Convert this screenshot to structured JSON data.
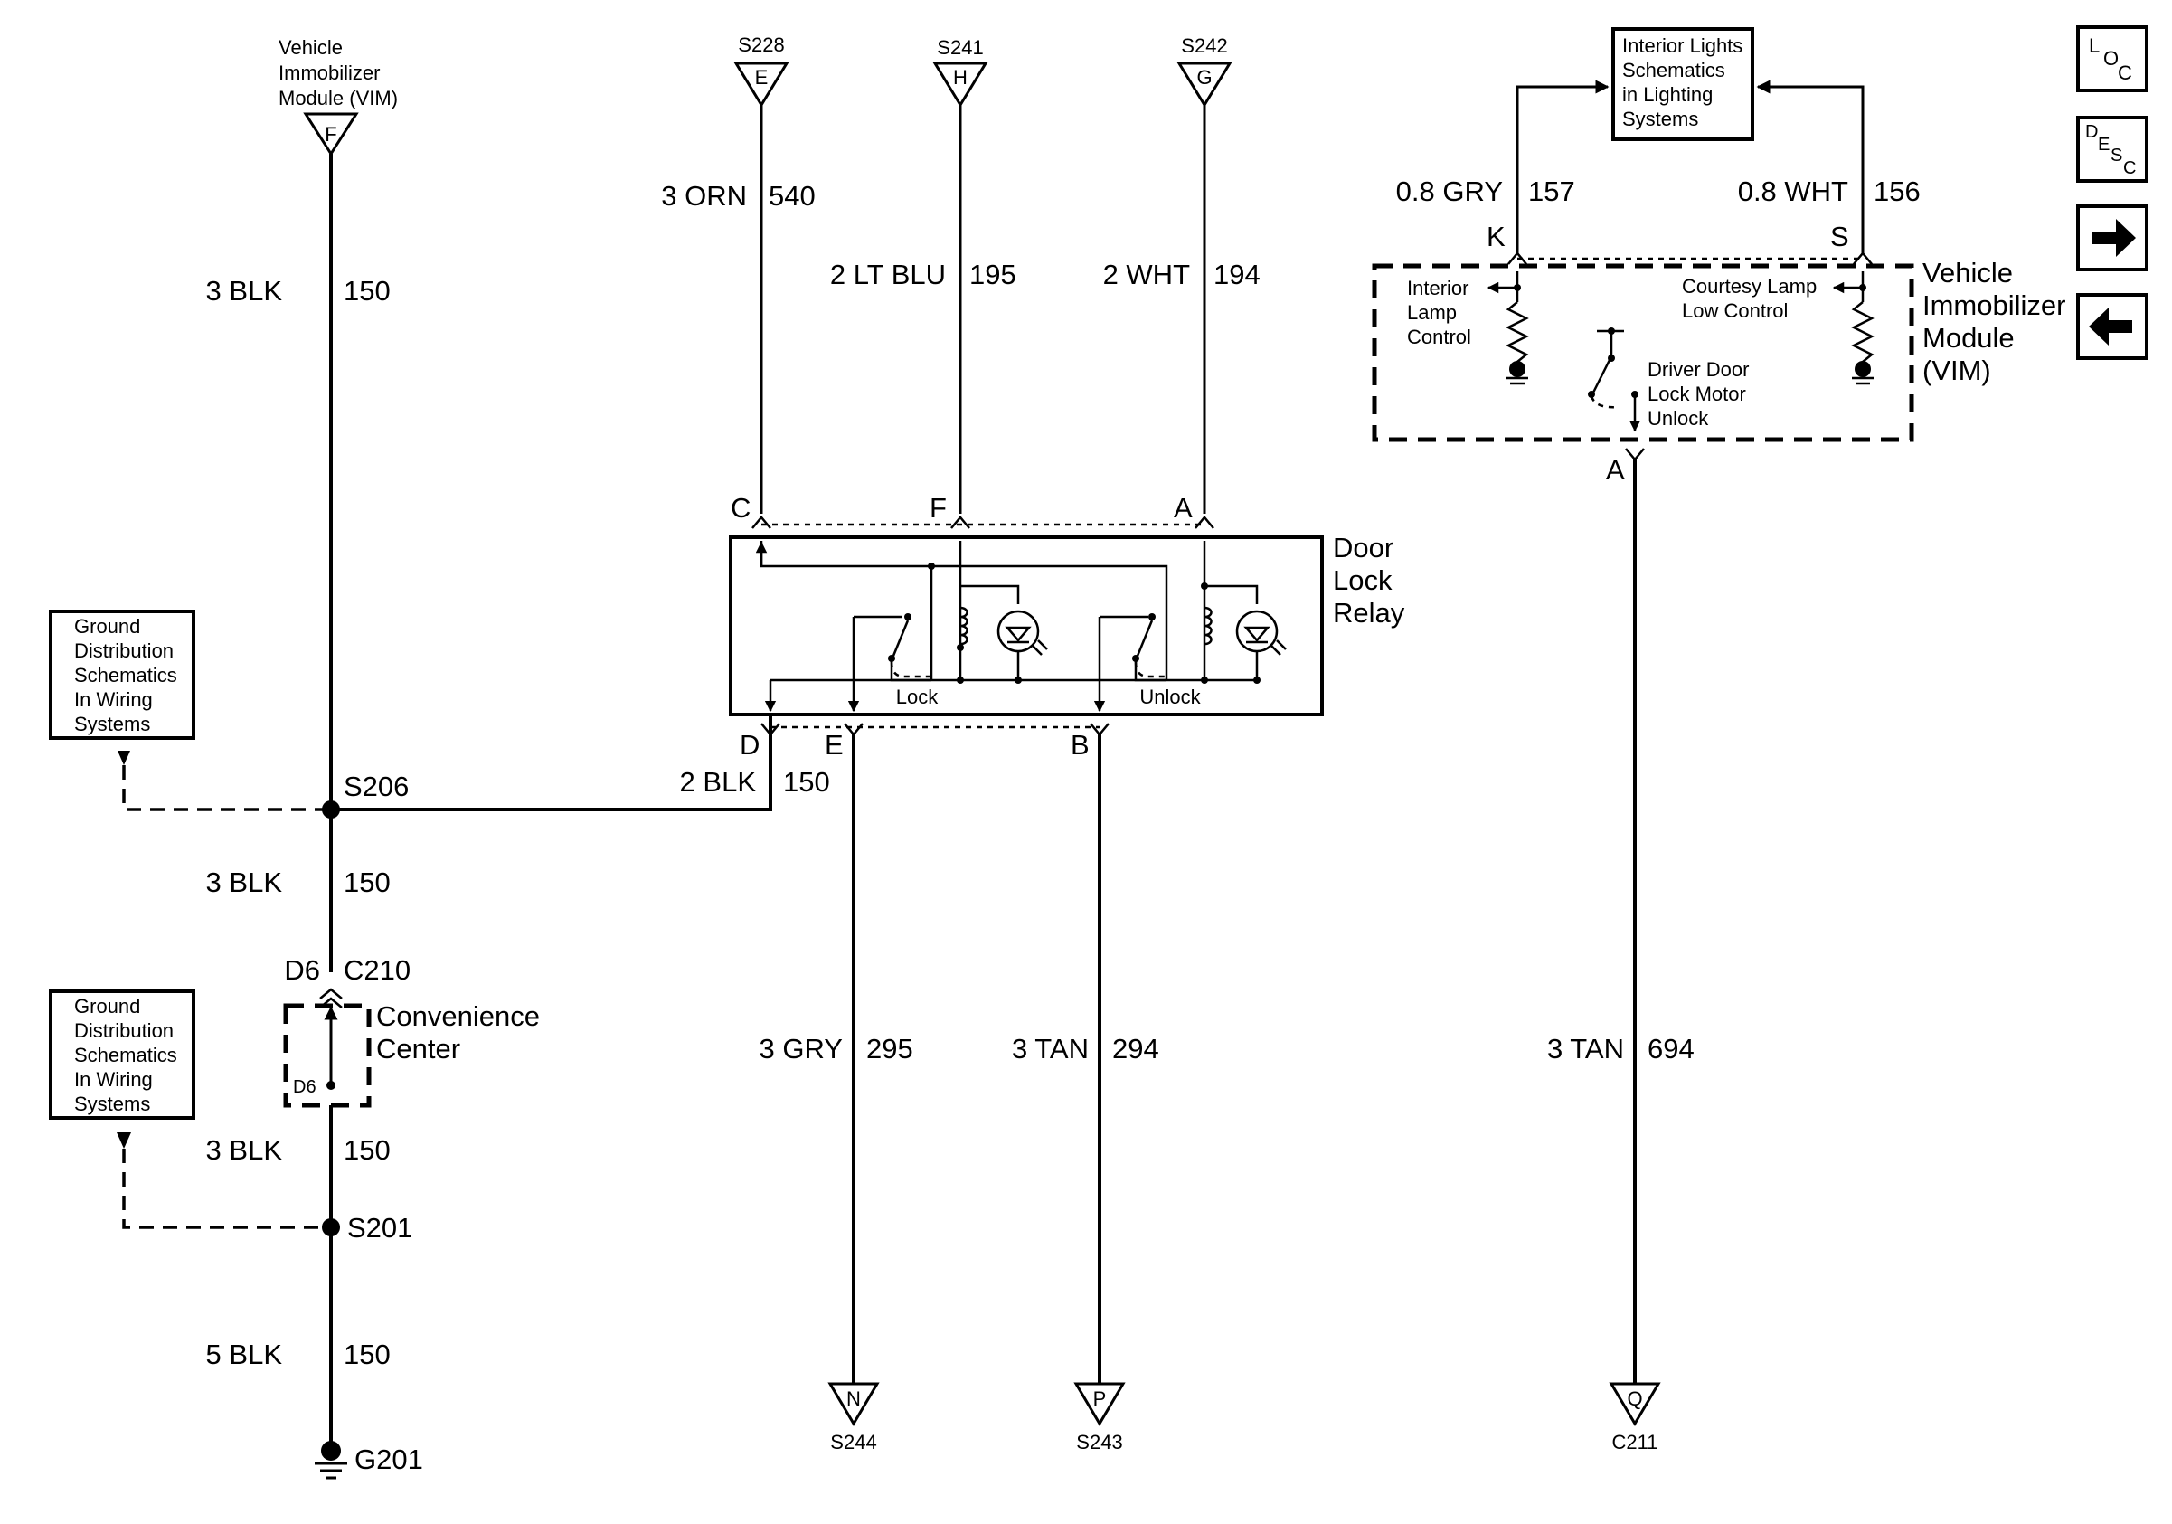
{
  "vim_ref": {
    "title_lines": [
      "Vehicle",
      "Immobilizer",
      "Module (VIM)"
    ],
    "pin": "F"
  },
  "ground_wire": {
    "seg1": {
      "color": "3 BLK",
      "circuit": "150"
    },
    "seg2": {
      "color": "3 BLK",
      "circuit": "150"
    },
    "seg3": {
      "color": "3 BLK",
      "circuit": "150"
    },
    "seg4": {
      "color": "5 BLK",
      "circuit": "150"
    }
  },
  "splices": {
    "s206": "S206",
    "s201": "S201"
  },
  "ground_point": "G201",
  "ground_ref_box": {
    "lines": [
      "Ground",
      "Distribution",
      "Schematics",
      "In Wiring",
      "Systems"
    ]
  },
  "connector_c210": {
    "pin": "D6",
    "name": "C210"
  },
  "convenience_center": {
    "lines": [
      "Convenience",
      "Center"
    ],
    "pin": "D6"
  },
  "top_refs": [
    {
      "splice": "S228",
      "letter": "E"
    },
    {
      "splice": "S241",
      "letter": "H"
    },
    {
      "splice": "S242",
      "letter": "G"
    }
  ],
  "relay_top_wires": [
    {
      "color": "3 ORN",
      "circuit": "540"
    },
    {
      "color": "2 LT BLU",
      "circuit": "195"
    },
    {
      "color": "2 WHT",
      "circuit": "194"
    }
  ],
  "door_lock_relay": {
    "title_lines": [
      "Door",
      "Lock",
      "Relay"
    ],
    "pins": {
      "c": "C",
      "f": "F",
      "a": "A",
      "d": "D",
      "e": "E",
      "b": "B"
    },
    "lock_label": "Lock",
    "unlock_label": "Unlock"
  },
  "relay_ground_wire": {
    "color": "2 BLK",
    "circuit": "150"
  },
  "bottom_wires": [
    {
      "color": "3 GRY",
      "circuit": "295"
    },
    {
      "color": "3 TAN",
      "circuit": "294"
    },
    {
      "color": "3 TAN",
      "circuit": "694"
    }
  ],
  "bottom_refs": [
    {
      "letter": "N",
      "splice": "S244"
    },
    {
      "letter": "P",
      "splice": "S243"
    },
    {
      "letter": "Q",
      "splice": "C211"
    }
  ],
  "interior_lights_box": {
    "lines": [
      "Interior Lights",
      "Schematics",
      "in Lighting",
      "Systems"
    ]
  },
  "vim_top_wires": [
    {
      "color": "0.8 GRY",
      "circuit": "157",
      "pin": "K"
    },
    {
      "color": "0.8 WHT",
      "circuit": "156",
      "pin": "S"
    }
  ],
  "vim_module": {
    "title_lines": [
      "Vehicle",
      "Immobilizer",
      "Module",
      "(VIM)"
    ],
    "interior_lamp_lines": [
      "Interior",
      "Lamp",
      "Control"
    ],
    "courtesy_lamp_lines": [
      "Courtesy Lamp",
      "Low Control"
    ],
    "driver_door_lines": [
      "Driver Door",
      "Lock Motor",
      "Unlock"
    ],
    "pin_a": "A"
  },
  "nav_icons": {
    "loc": {
      "letters": [
        "L",
        "O",
        "C"
      ],
      "icon": "loc-icon"
    },
    "desc": {
      "letters": [
        "D",
        "E",
        "S",
        "C"
      ],
      "icon": "desc-icon"
    },
    "next": {
      "icon": "arrow-right-icon"
    },
    "prev": {
      "icon": "arrow-left-icon"
    }
  }
}
